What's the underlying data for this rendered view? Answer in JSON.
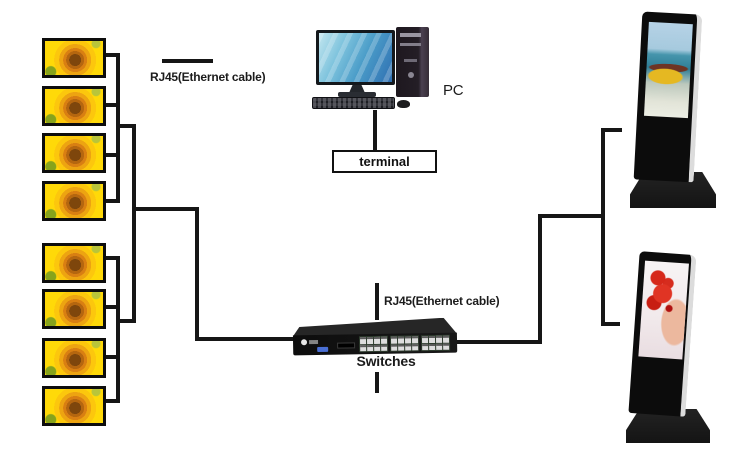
{
  "labels": {
    "legend_rj45": "RJ45(Ethernet cable)",
    "pc": "PC",
    "terminal": "terminal",
    "rj45_switch": "RJ45(Ethernet cable)",
    "switches": "Switches"
  },
  "graphics": {
    "display_screens": {
      "count": 8,
      "icon": "sunflower-display"
    },
    "pc_group": [
      "monitor-icon",
      "keyboard-icon",
      "mouse-icon",
      "tower-icon"
    ],
    "switch": {
      "icon": "rack-switch",
      "port_groups": 3,
      "ports_per_group": 8
    },
    "kiosks": [
      {
        "icon": "signage-kiosk-beach"
      },
      {
        "icon": "signage-kiosk-tomato"
      }
    ]
  },
  "colors": {
    "cable": "#161616",
    "display_border": "#0d0d0d",
    "sunflower_yellow": "#ffd908",
    "screen_blue": "#4a9cc8",
    "kiosk_red": "#d6281a",
    "background": "#ffffff"
  }
}
